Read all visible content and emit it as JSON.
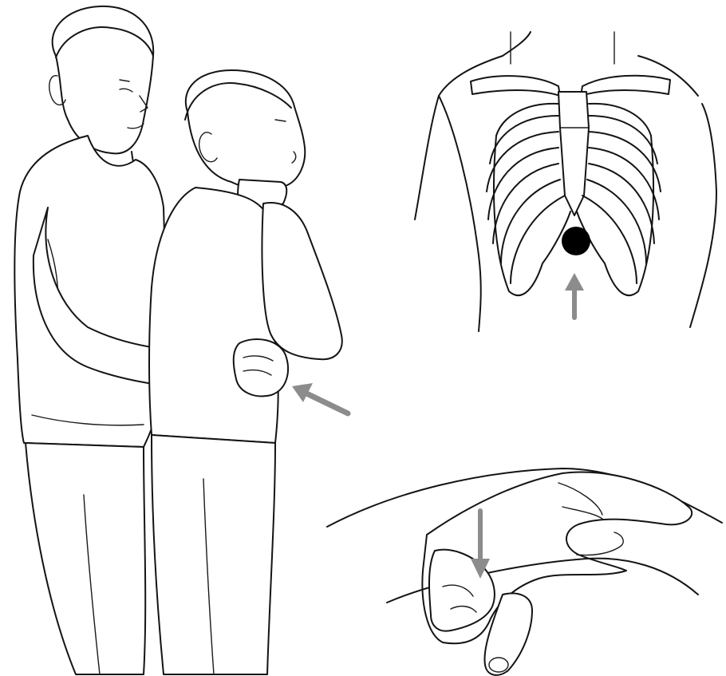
{
  "figure": {
    "panels": [
      {
        "id": "heimlich-standing",
        "subject": "rescuer-behind-standing-person"
      },
      {
        "id": "ribcage-diagram",
        "subject": "thrust-location-below-sternum"
      },
      {
        "id": "fist-detail",
        "subject": "thumb-side-of-fist-against-abdomen"
      }
    ],
    "colors": {
      "line": "#141414",
      "arrow": "#8c8c8c",
      "marker": "#000000",
      "background": "#ffffff"
    },
    "icons": [
      "thrust-direction-arrow",
      "target-point-marker"
    ]
  }
}
